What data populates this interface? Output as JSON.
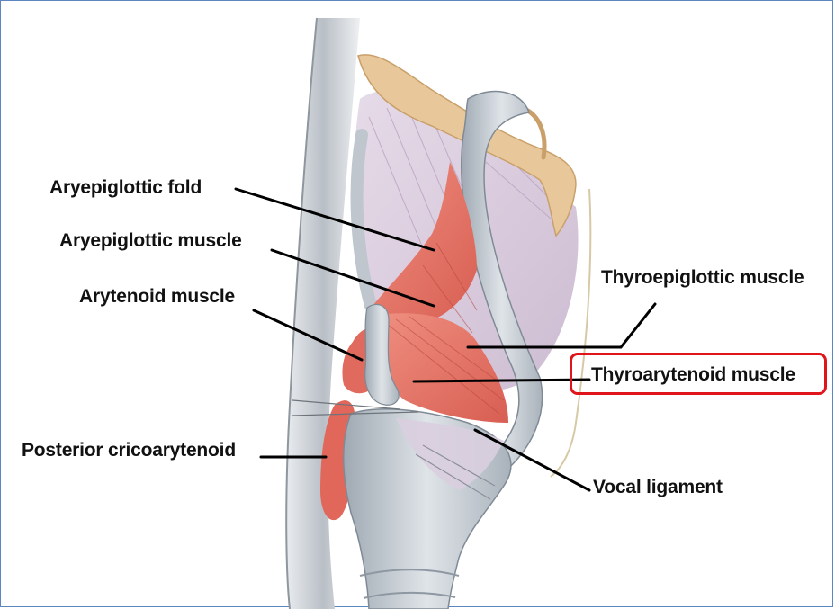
{
  "labels": {
    "aryepiglottic_fold": "Aryepiglottic fold",
    "aryepiglottic_muscle": "Aryepiglottic muscle",
    "arytenoid_muscle": "Arytenoid muscle",
    "thyroepiglottic_muscle": "Thyroepiglottic muscle",
    "thyroarytenoid_muscle": "Thyroarytenoid muscle",
    "posterior_cricoarytenoid": "Posterior cricoarytenoid",
    "vocal_ligament": "Vocal ligament"
  },
  "highlighted_label": "Thyroarytenoid muscle",
  "colors": {
    "highlight_border": "#e0151b",
    "muscle": "#e3776a",
    "membrane": "#d8c8dc",
    "cartilage": "#c7cfd6",
    "epiglottis": "#e8c79a",
    "leader_line": "#000000"
  }
}
